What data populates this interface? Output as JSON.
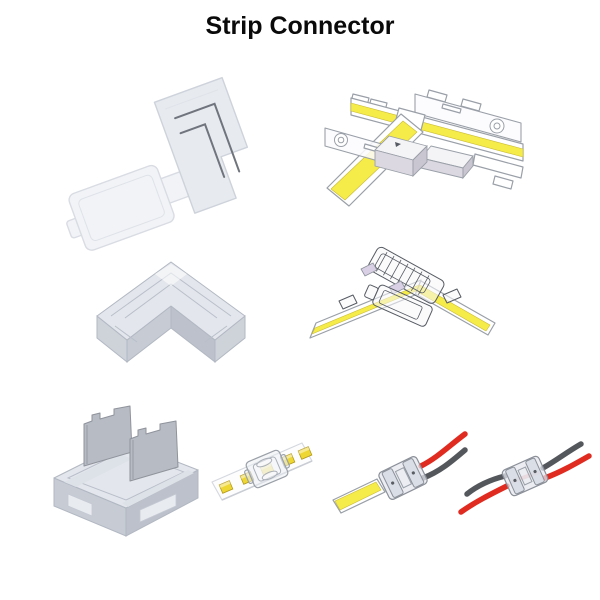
{
  "page": {
    "title": "Strip Connector"
  },
  "colors": {
    "bg": "#ffffff",
    "title": "#0a0a0a",
    "strip-yellow": "#f5ec4a",
    "yellow-edge": "#c9ba35",
    "led-yellow": "#eed733",
    "wire-red": "#e02b20",
    "wire-dark": "#54575b",
    "metal": "#b7bbc3",
    "lavender": "#d9d0e6",
    "box-face": "#dcd8e2"
  },
  "figures": [
    {
      "label": "open clamshell L-shape strip connector, white plastic"
    },
    {
      "label": "T-shape strip-to-strip joint diagram with yellow LED strips"
    },
    {
      "label": "clear L-shape corner connector"
    },
    {
      "label": "L-shape corner joint diagram with yellow LED strips"
    },
    {
      "label": "clear strip clip connector with metal contact blades"
    },
    {
      "label": "strip-to-strip clip mounted on LED strip"
    },
    {
      "label": "strip-to-wire connector with red and black wires"
    },
    {
      "label": "wire-to-wire connector with red and black wires"
    }
  ]
}
